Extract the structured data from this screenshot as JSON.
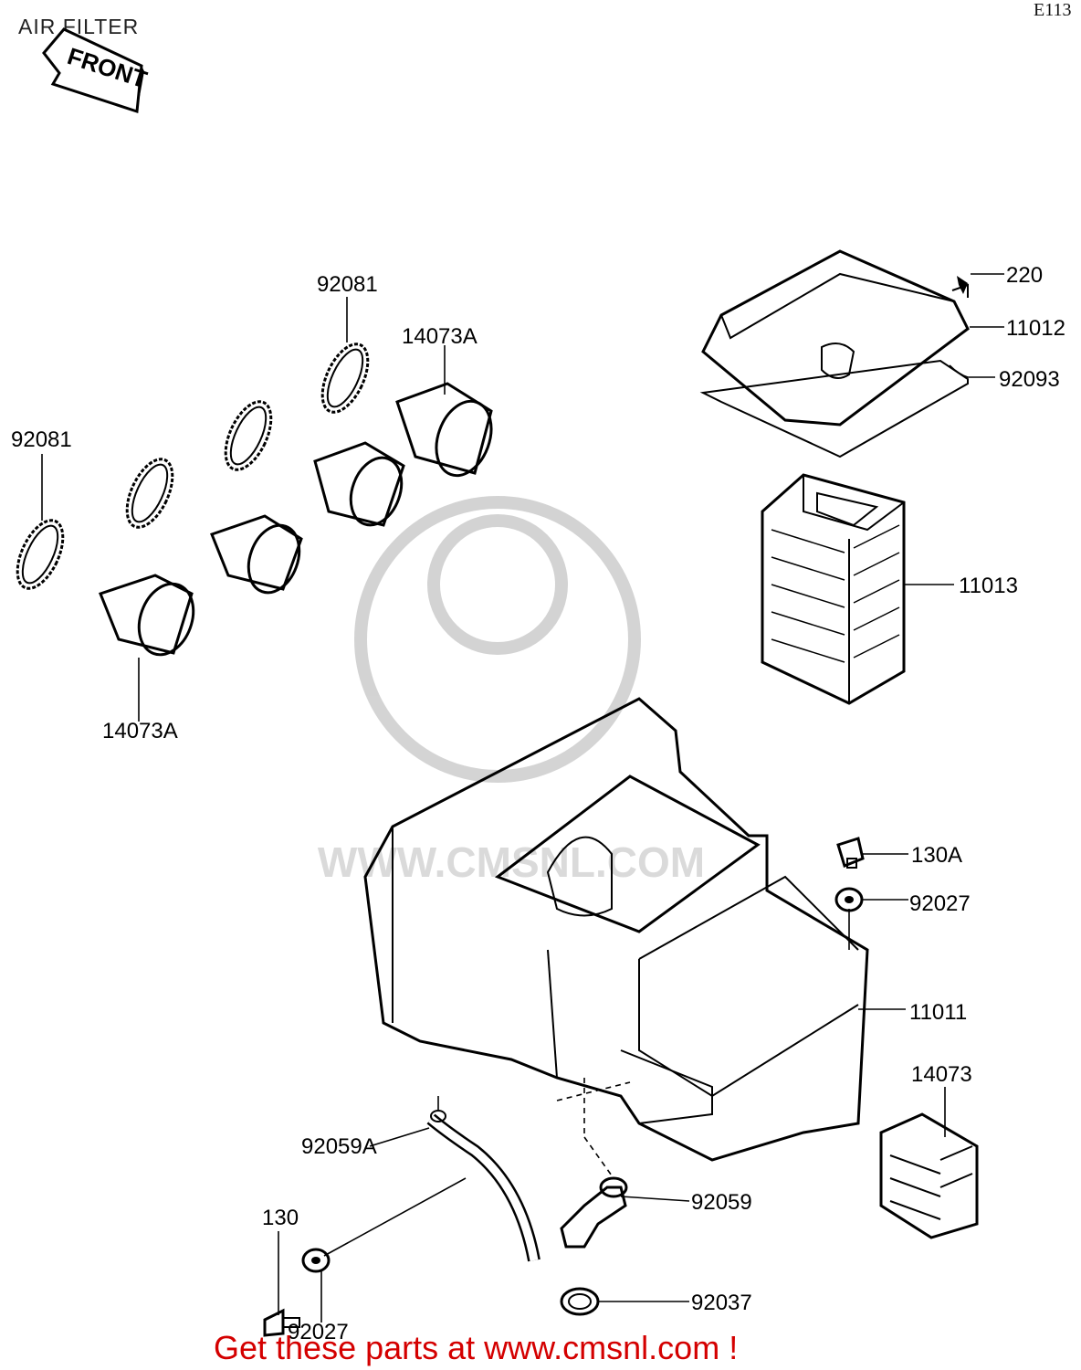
{
  "header": {
    "title": "AIR FILTER",
    "code": "E113"
  },
  "front_arrow": {
    "label": "FRONT"
  },
  "watermark": {
    "text": "WWW.CMSNL.COM"
  },
  "parts": [
    {
      "id": "p1",
      "number": "92081"
    },
    {
      "id": "p2",
      "number": "14073A"
    },
    {
      "id": "p3",
      "number": "92081"
    },
    {
      "id": "p4",
      "number": "14073A"
    },
    {
      "id": "p5",
      "number": "220"
    },
    {
      "id": "p6",
      "number": "11012"
    },
    {
      "id": "p7",
      "number": "92093"
    },
    {
      "id": "p8",
      "number": "11013"
    },
    {
      "id": "p9",
      "number": "130A"
    },
    {
      "id": "p10",
      "number": "92027"
    },
    {
      "id": "p11",
      "number": "11011"
    },
    {
      "id": "p12",
      "number": "14073"
    },
    {
      "id": "p13",
      "number": "92059A"
    },
    {
      "id": "p14",
      "number": "92059"
    },
    {
      "id": "p15",
      "number": "130"
    },
    {
      "id": "p16",
      "number": "92027"
    },
    {
      "id": "p17",
      "number": "92037"
    }
  ],
  "footer": {
    "text": "Get these parts at www.cmsnl.com !"
  },
  "colors": {
    "footer": "#d40000",
    "line": "#000000",
    "watermark": "#cfcfcf"
  }
}
